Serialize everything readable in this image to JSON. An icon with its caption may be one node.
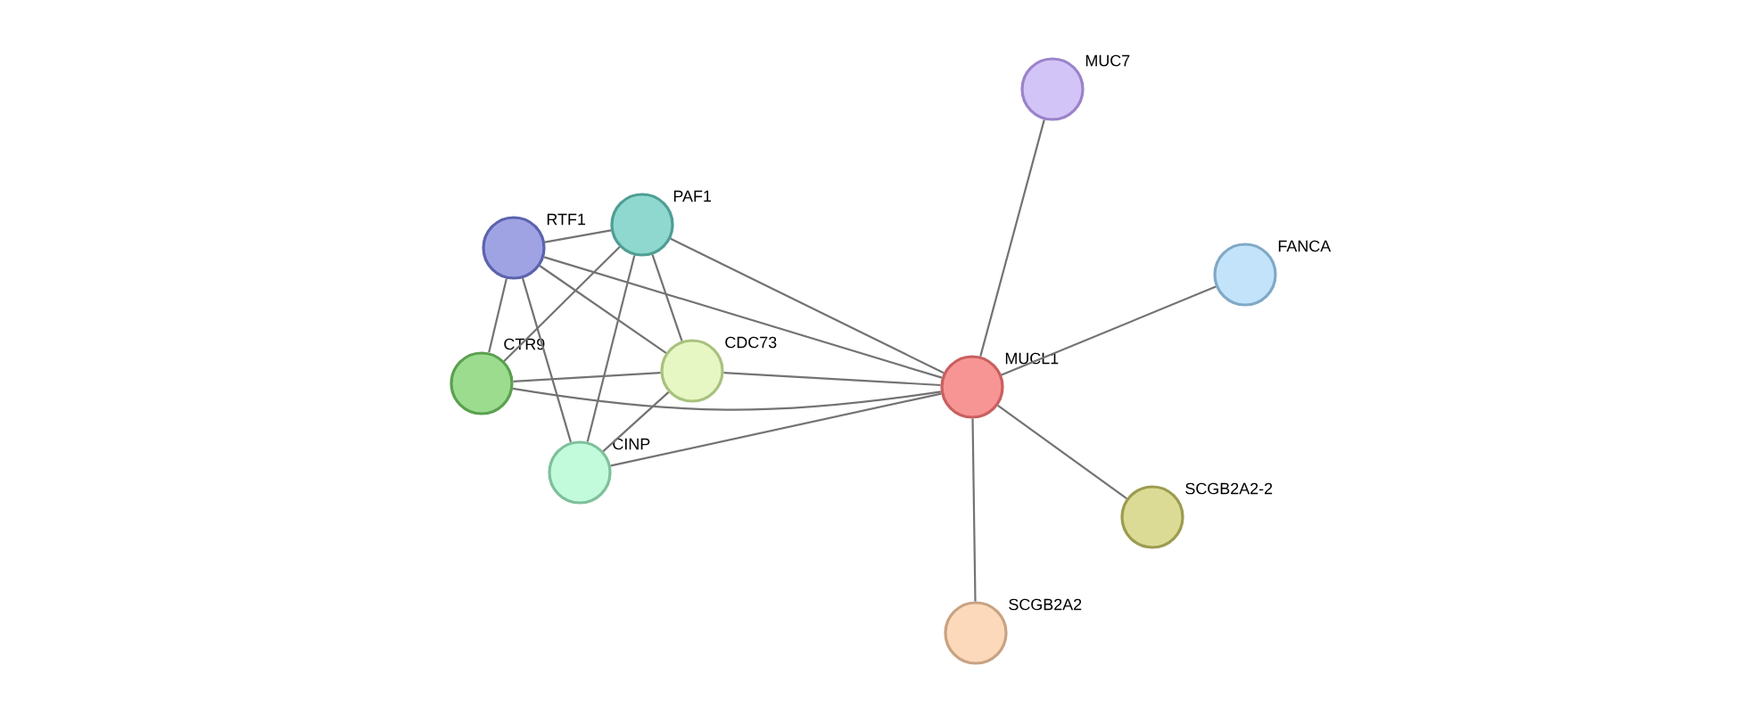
{
  "diagram": {
    "nodes": [
      {
        "text": [
          "MUC7"
        ]
      },
      {
        "text": [
          "RTF1"
        ]
      },
      {
        "text": [
          "PAF1"
        ]
      },
      {
        "text": [
          "FANCA"
        ]
      },
      {
        "text": [
          "CDC73"
        ]
      },
      {
        "text": [
          "MUCL1"
        ]
      },
      {
        "text": [
          "CTR9"
        ]
      },
      {
        "text": [
          "CINP"
        ]
      },
      {
        "text": [
          "SCGB2A2-2"
        ]
      },
      {
        "text": [
          "SCGB2A2"
        ]
      }
    ],
    "edges": [
      {
        "from": 5,
        "to": 0,
        "arrow": "none"
      },
      {
        "from": 5,
        "to": 3,
        "arrow": "none"
      },
      {
        "from": 5,
        "to": 8,
        "arrow": "none"
      },
      {
        "from": 5,
        "to": 9,
        "arrow": "none"
      },
      {
        "from": 5,
        "to": 1,
        "arrow": "none"
      },
      {
        "from": 5,
        "to": 2,
        "arrow": "none"
      },
      {
        "from": 5,
        "to": 4,
        "arrow": "none"
      },
      {
        "from": 5,
        "to": 6,
        "arrow": "none"
      },
      {
        "from": 5,
        "to": 7,
        "arrow": "none"
      },
      {
        "from": 1,
        "to": 2,
        "arrow": "none"
      },
      {
        "from": 1,
        "to": 6,
        "arrow": "none"
      },
      {
        "from": 1,
        "to": 4,
        "arrow": "none"
      },
      {
        "from": 1,
        "to": 7,
        "arrow": "none"
      },
      {
        "from": 2,
        "to": 6,
        "arrow": "none"
      },
      {
        "from": 2,
        "to": 4,
        "arrow": "none"
      },
      {
        "from": 2,
        "to": 7,
        "arrow": "none"
      },
      {
        "from": 6,
        "to": 4,
        "arrow": "none"
      },
      {
        "from": 4,
        "to": 7,
        "arrow": "none"
      }
    ]
  }
}
